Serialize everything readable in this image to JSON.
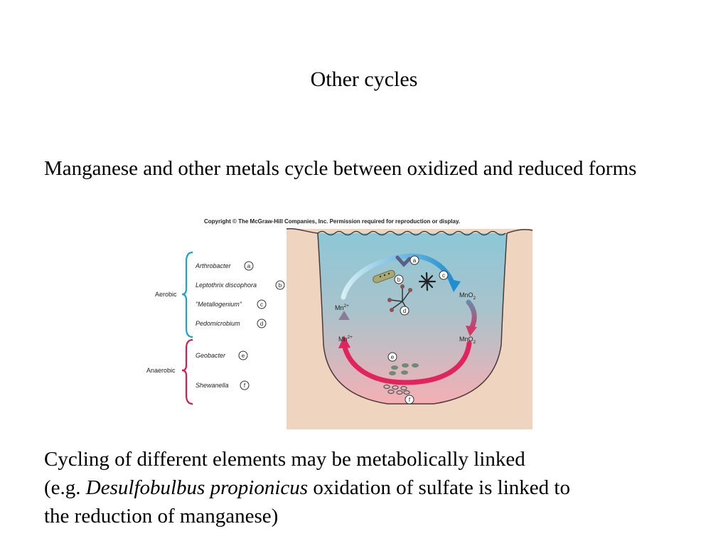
{
  "title": "Other cycles",
  "paragraph1": "Manganese and other metals cycle between oxidized and reduced forms",
  "paragraph2": {
    "line1": "Cycling of different elements may be metabolically linked",
    "line2_prefix": "(e.g. ",
    "line2_species": "Desulfobulbus propionicus",
    "line2_suffix": " oxidation of sulfate is linked to",
    "line3": "the reduction of manganese)"
  },
  "figure": {
    "copyright": "Copyright © The McGraw-Hill Companies, Inc. Permission required for reproduction or display.",
    "aerobic_label": "Aerobic",
    "anaerobic_label": "Anaerobic",
    "organisms": [
      {
        "name": "Arthrobacter",
        "key": "a",
        "group": "aerobic"
      },
      {
        "name": "Leptothrix discophora",
        "key": "b",
        "group": "aerobic"
      },
      {
        "name": "\"Metallogenium\"",
        "key": "c",
        "group": "aerobic"
      },
      {
        "name": "Pedomicrobium",
        "key": "d",
        "group": "aerobic"
      },
      {
        "name": "Geobacter",
        "key": "e",
        "group": "anaerobic"
      },
      {
        "name": "Shewanella",
        "key": "f",
        "group": "anaerobic"
      }
    ],
    "cycle": {
      "mn2_top": {
        "base": "Mn",
        "sup": "2+"
      },
      "mn2_bottom": {
        "base": "Mn",
        "sup": "2+"
      },
      "mno2_top": {
        "base": "MnO",
        "sub": "2"
      },
      "mno2_bottom": {
        "base": "MnO",
        "sub": "2"
      }
    },
    "colors": {
      "aerobic_bracket": "#1aa6c8",
      "anaerobic_bracket": "#d81b55",
      "oxidation_arrow": "#2e9bd6",
      "reduction_arrow": "#e0245e",
      "sediment": "#efd4bf",
      "water_top": "#8cc7d6",
      "water_bottom": "#f4b0b4"
    }
  }
}
